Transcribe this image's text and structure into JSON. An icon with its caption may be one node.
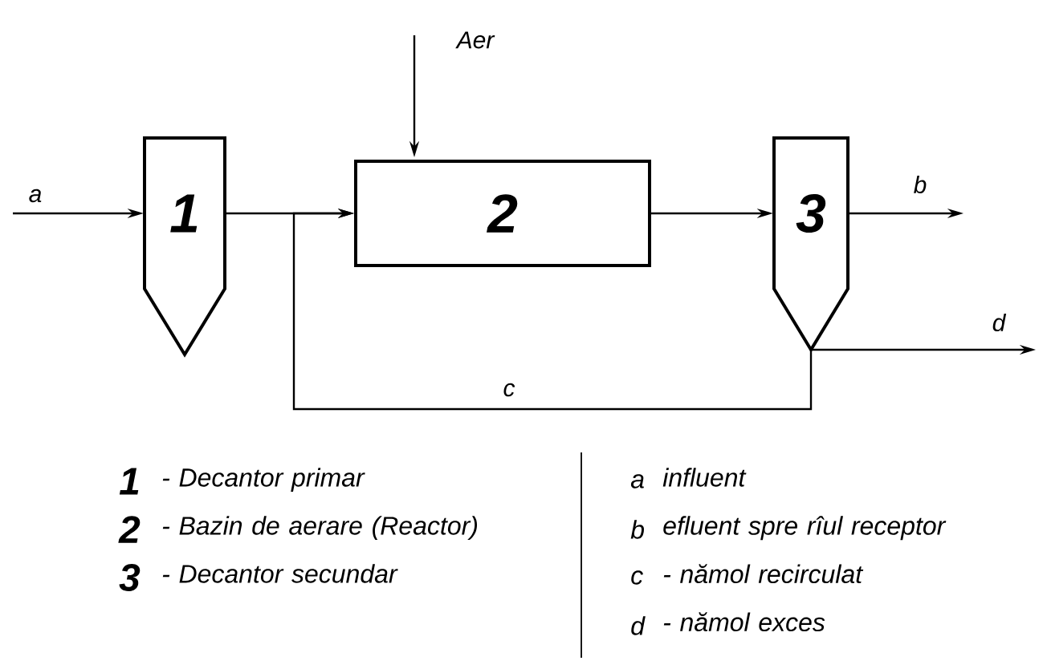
{
  "diagram": {
    "nodes": [
      {
        "text": [
          "1"
        ]
      },
      {
        "text": [
          "2"
        ]
      },
      {
        "text": [
          "3"
        ]
      }
    ],
    "edges": [
      {
        "from": null,
        "to": 0,
        "arrow": "to",
        "label": "a"
      },
      {
        "from": 0,
        "to": 1,
        "arrow": "to"
      },
      {
        "from": 2,
        "to": 1,
        "arrow": "to",
        "label": "c"
      },
      {
        "from": null,
        "to": 1,
        "arrow": "to",
        "label": "Aer"
      },
      {
        "from": 1,
        "to": 2,
        "arrow": "to"
      },
      {
        "from": 2,
        "to": null,
        "arrow": "to",
        "label": "b"
      },
      {
        "from": 2,
        "to": null,
        "arrow": "to",
        "label": "d"
      }
    ],
    "labels": [
      "1",
      "- Decantor primar",
      "2",
      "- Bazin de aerare (Reactor)",
      "3",
      "- Decantor secundar",
      "a",
      "influent",
      "b",
      "efluent spre rîul receptor",
      "c",
      "- nămol recirculat",
      "d",
      "- nămol exces"
    ]
  }
}
